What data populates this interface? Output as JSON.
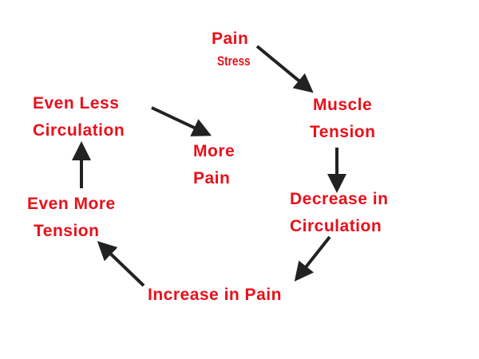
{
  "colors": {
    "text": "#e8101a",
    "arrow": "#222222",
    "background": "#ffffff"
  },
  "nodes": {
    "pain": "Pain",
    "stress": "Stress",
    "muscle_tension": [
      "Muscle",
      "Tension"
    ],
    "decrease_circulation": [
      "Decrease in",
      "Circulation"
    ],
    "increase_pain": "Increase in Pain",
    "even_more_tension": [
      "Even More",
      "Tension"
    ],
    "even_less_circulation": [
      "Even Less",
      "Circulation"
    ],
    "more_pain": [
      "More",
      "Pain"
    ]
  },
  "edges": [
    {
      "from": "pain",
      "to": "muscle_tension"
    },
    {
      "from": "muscle_tension",
      "to": "decrease_circulation"
    },
    {
      "from": "decrease_circulation",
      "to": "increase_pain"
    },
    {
      "from": "increase_pain",
      "to": "even_more_tension"
    },
    {
      "from": "even_more_tension",
      "to": "even_less_circulation"
    },
    {
      "from": "even_less_circulation",
      "to": "more_pain"
    }
  ]
}
